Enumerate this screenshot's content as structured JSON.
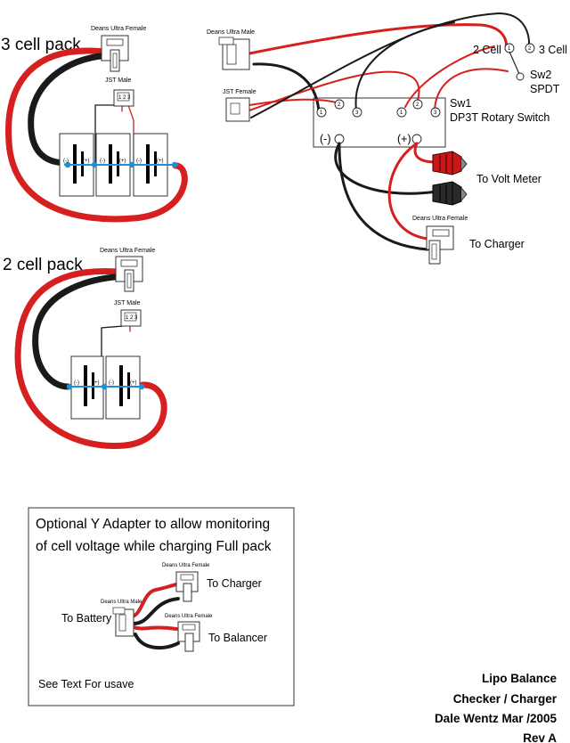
{
  "three_cell": {
    "title": "3 cell pack",
    "deans_label": "Deans Ultra Female",
    "jst_label": "JST Male",
    "cell_neg": "(-)",
    "cell_pos": "(+)"
  },
  "two_cell": {
    "title": "2 cell pack",
    "deans_label": "Deans Ultra Female",
    "jst_label": "JST Male",
    "cell_neg": "(-)",
    "cell_pos": "(+)"
  },
  "checker": {
    "deans_male_label": "Deans Ultra Male",
    "jst_female_label": "JST Female",
    "sw1_name": "Sw1",
    "sw1_desc": "DP3T Rotary Switch",
    "sw2_name": "Sw2",
    "sw2_desc": "SPDT",
    "two_cell_label": "2 Cell",
    "three_cell_label": "3 Cell",
    "pos_1": "1",
    "pos_2": "2",
    "pos_3": "3",
    "neg_symbol": "(-)",
    "pos_symbol": "(+)",
    "volt_meter_label": "To Volt  Meter",
    "charger_deans_label": "Deans Ultra Female",
    "charger_label": "To Charger"
  },
  "y_adapter": {
    "title_line1": "Optional Y Adapter to allow monitoring",
    "title_line2": "of cell voltage while charging Full pack",
    "deans_female_top": "Deans Ultra Female",
    "deans_female_bottom": "Deans Ultra Female",
    "deans_male": "Deans Ultra Male",
    "to_charger": "To Charger",
    "to_battery": "To Battery",
    "to_balancer": "To Balancer",
    "footnote": "See Text For usave"
  },
  "title_block": {
    "line1": "Lipo Balance",
    "line2": "Checker / Charger",
    "line3": "Dale Wentz  Mar /2005",
    "line4": "Rev A"
  },
  "colors": {
    "red_wire": "#d62020",
    "black_wire": "#1a1a1a",
    "junction_blue": "#1e8fd6"
  }
}
